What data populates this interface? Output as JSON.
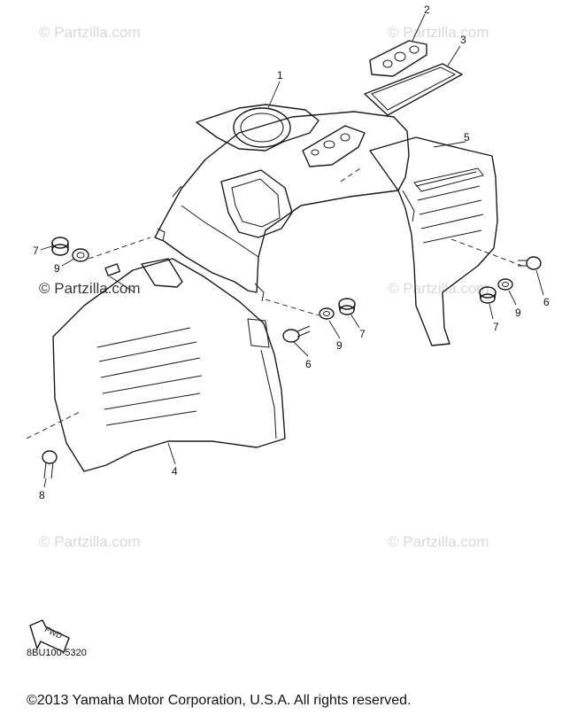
{
  "watermark": "© Partzilla.com",
  "diagram_code": "8BU100-5320",
  "copyright": "©2013  Yamaha Motor Corporation, U.S.A. All rights reserved.",
  "fwd_label": "FWD",
  "callouts": [
    "1",
    "2",
    "3",
    "4",
    "5",
    "6",
    "6",
    "7",
    "7",
    "7",
    "8",
    "9",
    "9",
    "9"
  ]
}
